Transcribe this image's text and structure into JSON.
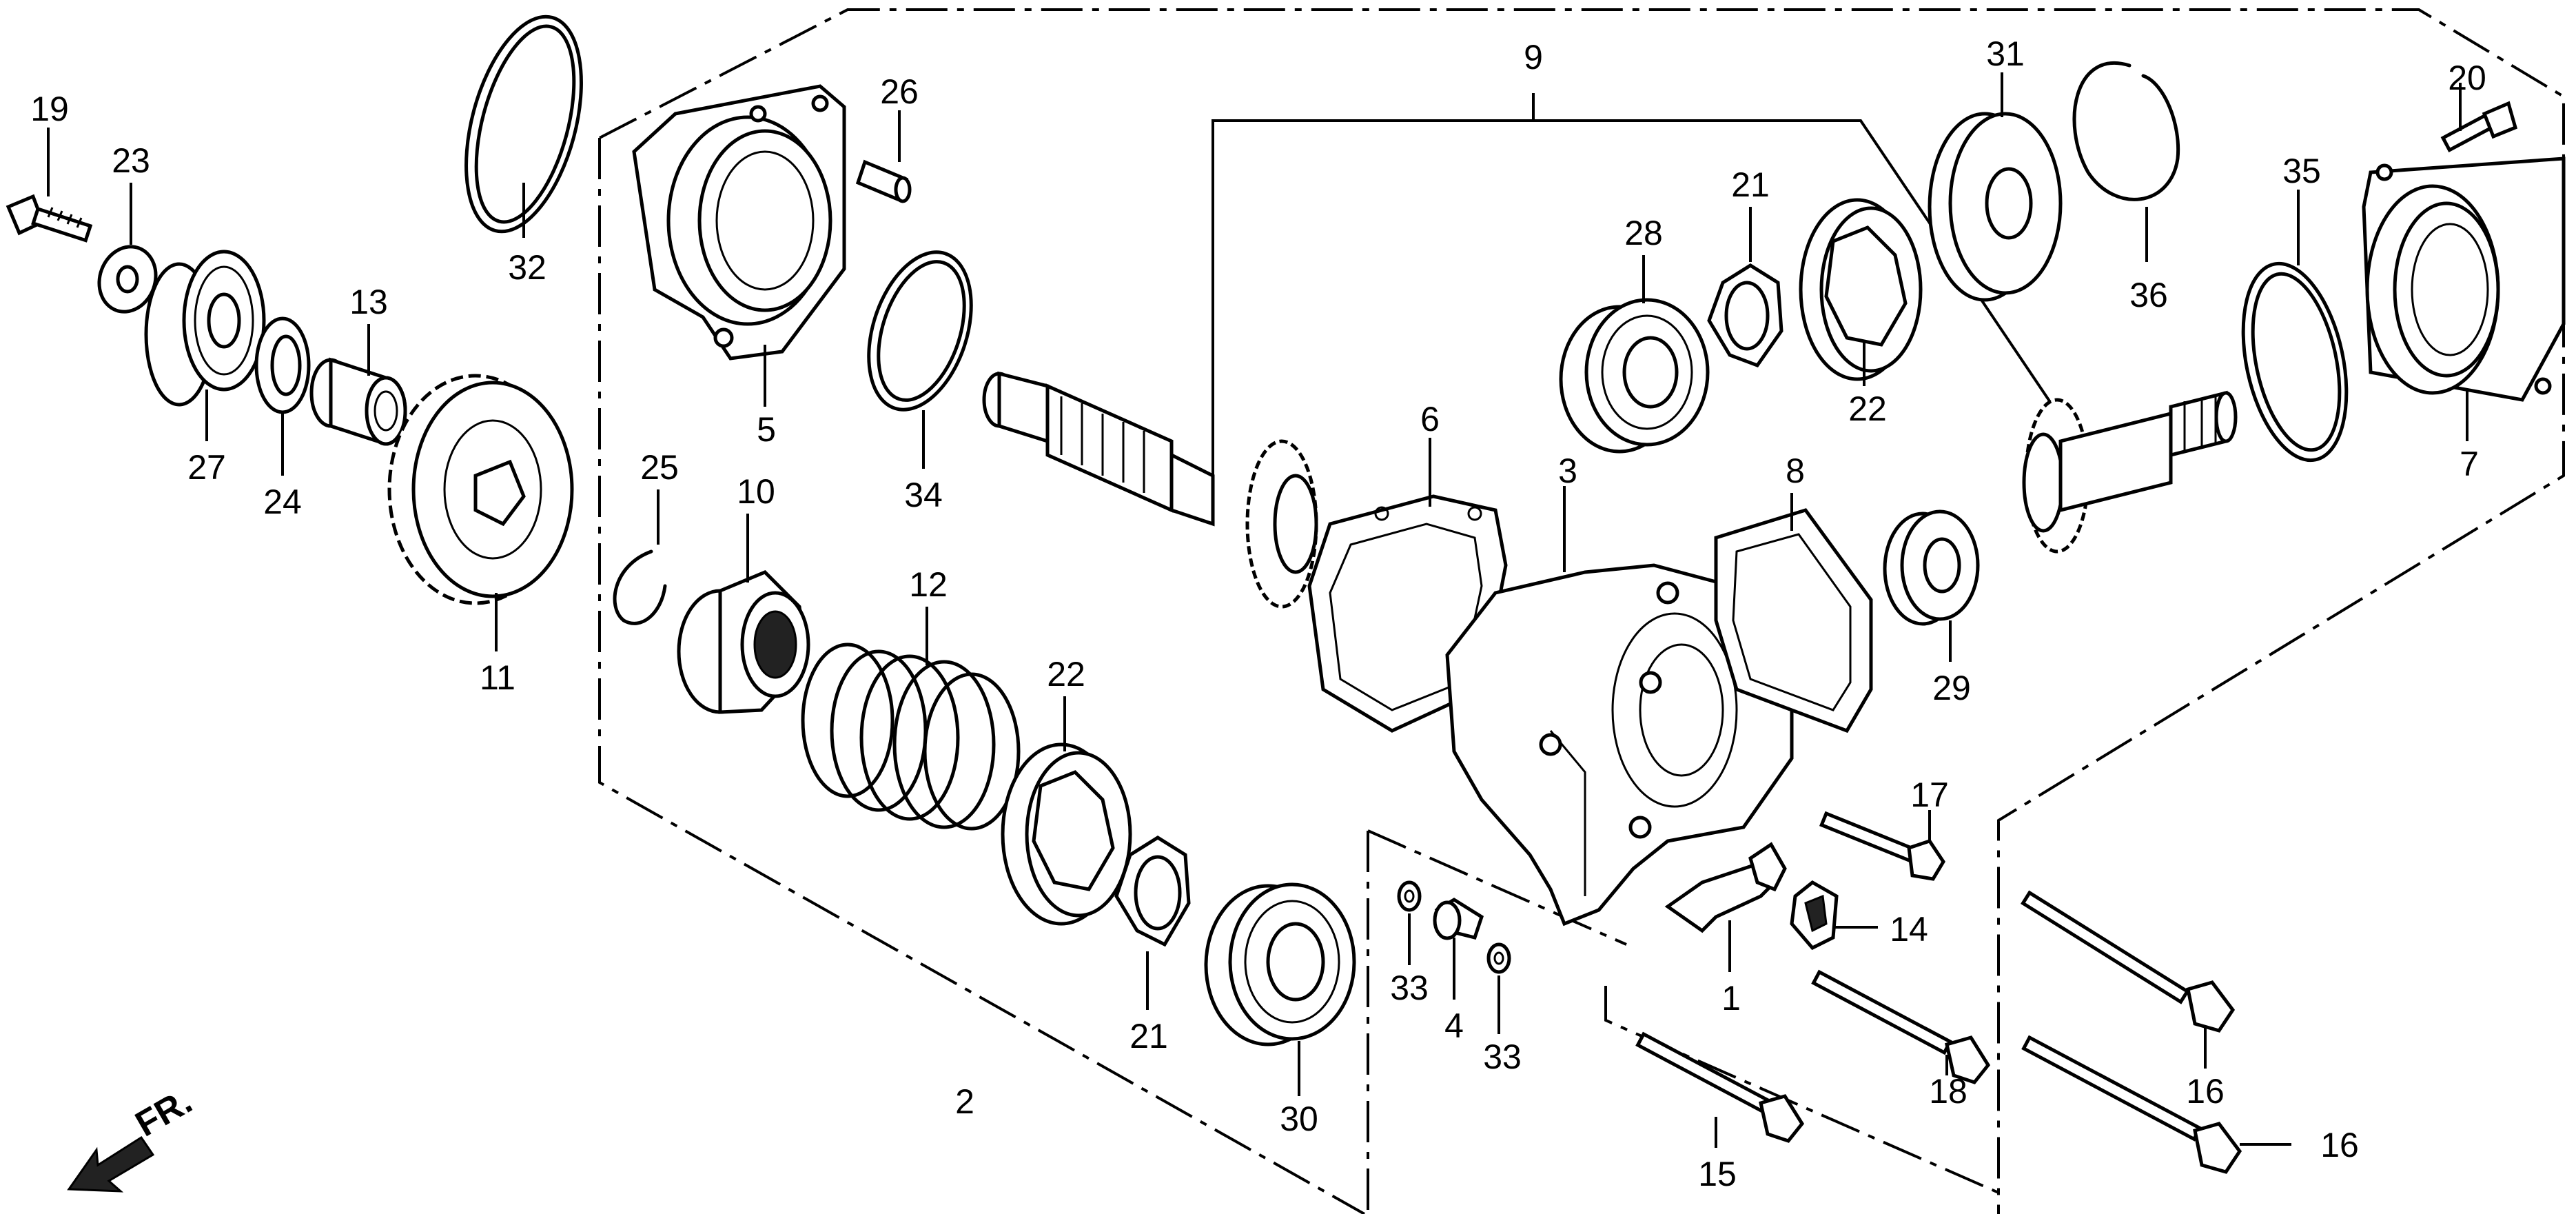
{
  "labels": {
    "p1": "1",
    "p2": "2",
    "p3": "3",
    "p4": "4",
    "p5": "5",
    "p6": "6",
    "p7": "7",
    "p8": "8",
    "p9": "9",
    "p10": "10",
    "p11": "11",
    "p12": "12",
    "p13": "13",
    "p14": "14",
    "p15": "15",
    "p16a": "16",
    "p16b": "16",
    "p17": "17",
    "p18": "18",
    "p19": "19",
    "p20": "20",
    "p21a": "21",
    "p21b": "21",
    "p22a": "22",
    "p22b": "22",
    "p23": "23",
    "p24": "24",
    "p25": "25",
    "p26": "26",
    "p27": "27",
    "p28": "28",
    "p29": "29",
    "p30": "30",
    "p31": "31",
    "p32": "32",
    "p33a": "33",
    "p33b": "33",
    "p34": "34",
    "p35": "35",
    "p36": "36"
  },
  "front_marker": {
    "text": "FR.",
    "icon": "front-arrow-icon"
  }
}
